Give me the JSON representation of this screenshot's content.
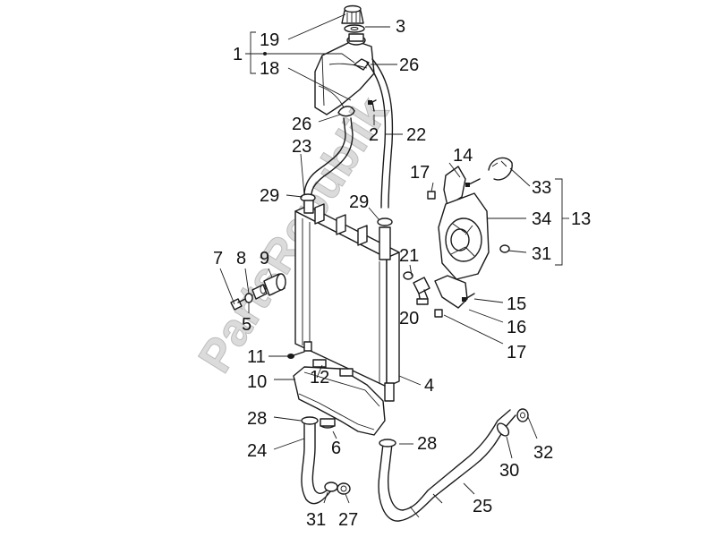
{
  "watermark": "PartsRepublik",
  "labels": {
    "l1": "1",
    "l19": "19",
    "l3": "3",
    "l18": "18",
    "l26a": "26",
    "l26b": "26",
    "l2": "2",
    "l22": "22",
    "l23": "23",
    "l14": "14",
    "l17a": "17",
    "l33": "33",
    "l29a": "29",
    "l29b": "29",
    "l34": "34",
    "l13": "13",
    "l7": "7",
    "l8": "8",
    "l9": "9",
    "l21": "21",
    "l31a": "31",
    "l15": "15",
    "l20": "20",
    "l16": "16",
    "l5": "5",
    "l17b": "17",
    "l11": "11",
    "l12": "12",
    "l10": "10",
    "l4": "4",
    "l28a": "28",
    "l6": "6",
    "l28b": "28",
    "l24": "24",
    "l32": "32",
    "l30": "30",
    "l25": "25",
    "l31b": "31",
    "l27": "27"
  }
}
